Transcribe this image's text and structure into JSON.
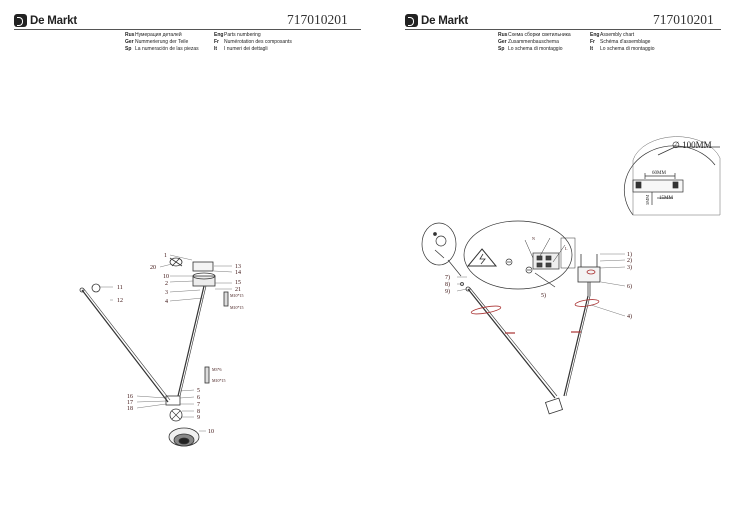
{
  "left_page": {
    "logo": "De Markt",
    "code": "717010201",
    "headers": [
      {
        "code": "Rus",
        "text": "Нумерация деталей"
      },
      {
        "code": "Ger",
        "text": "Nummerierung der Teile"
      },
      {
        "code": "Sp",
        "text": "La numeración de las piezas"
      },
      {
        "code": "Eng",
        "text": "Parts numbering"
      },
      {
        "code": "Fr",
        "text": "Numérotation des composants"
      },
      {
        "code": "It",
        "text": "I numeri dei dettagli"
      }
    ],
    "part_labels": [
      "1",
      "20",
      "13",
      "14",
      "10",
      "15",
      "2",
      "21",
      "3",
      "4",
      "11",
      "12",
      "5",
      "6",
      "7",
      "8",
      "9",
      "16",
      "17",
      "18",
      "10"
    ],
    "screw_labels": [
      "M10*15",
      "M10*15",
      "M3*6",
      "M10*15"
    ]
  },
  "right_page": {
    "logo": "De Markt",
    "code": "717010201",
    "headers": [
      {
        "code": "Rus",
        "text": "Схема сборки светильника"
      },
      {
        "code": "Ger",
        "text": "Zusammenbauschema"
      },
      {
        "code": "Sp",
        "text": "Lo schema di montaggio"
      },
      {
        "code": "Eng",
        "text": "Assembly chart"
      },
      {
        "code": "Fr",
        "text": "Schéma d'assemblage"
      },
      {
        "code": "It",
        "text": "Lo schema di montaggio"
      }
    ],
    "dimensions": {
      "diameter": "∅ 100MM",
      "width": "60MM",
      "height": "5MM",
      "depth": "15MM"
    },
    "step_labels": [
      "1)",
      "2)",
      "3)",
      "4)",
      "5)",
      "6)",
      "7)",
      "8)",
      "9)"
    ],
    "wire_labels": [
      "N",
      "L"
    ]
  }
}
